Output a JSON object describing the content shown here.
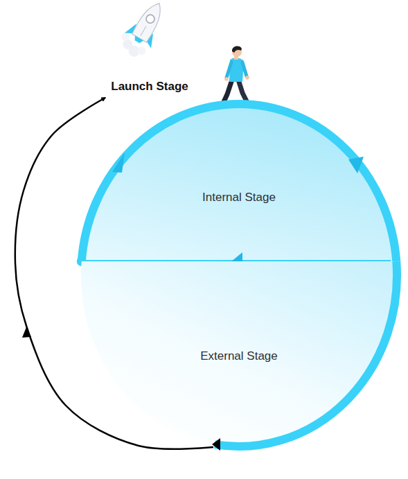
{
  "diagram": {
    "nodes": [
      {
        "text": [
          "Internal Stage"
        ]
      },
      {
        "text": [
          "External Stage"
        ]
      },
      {
        "text": [
          "Launch Stage"
        ]
      }
    ],
    "edges": [
      {
        "from": 1,
        "to": 2,
        "arrow": "to"
      }
    ]
  }
}
